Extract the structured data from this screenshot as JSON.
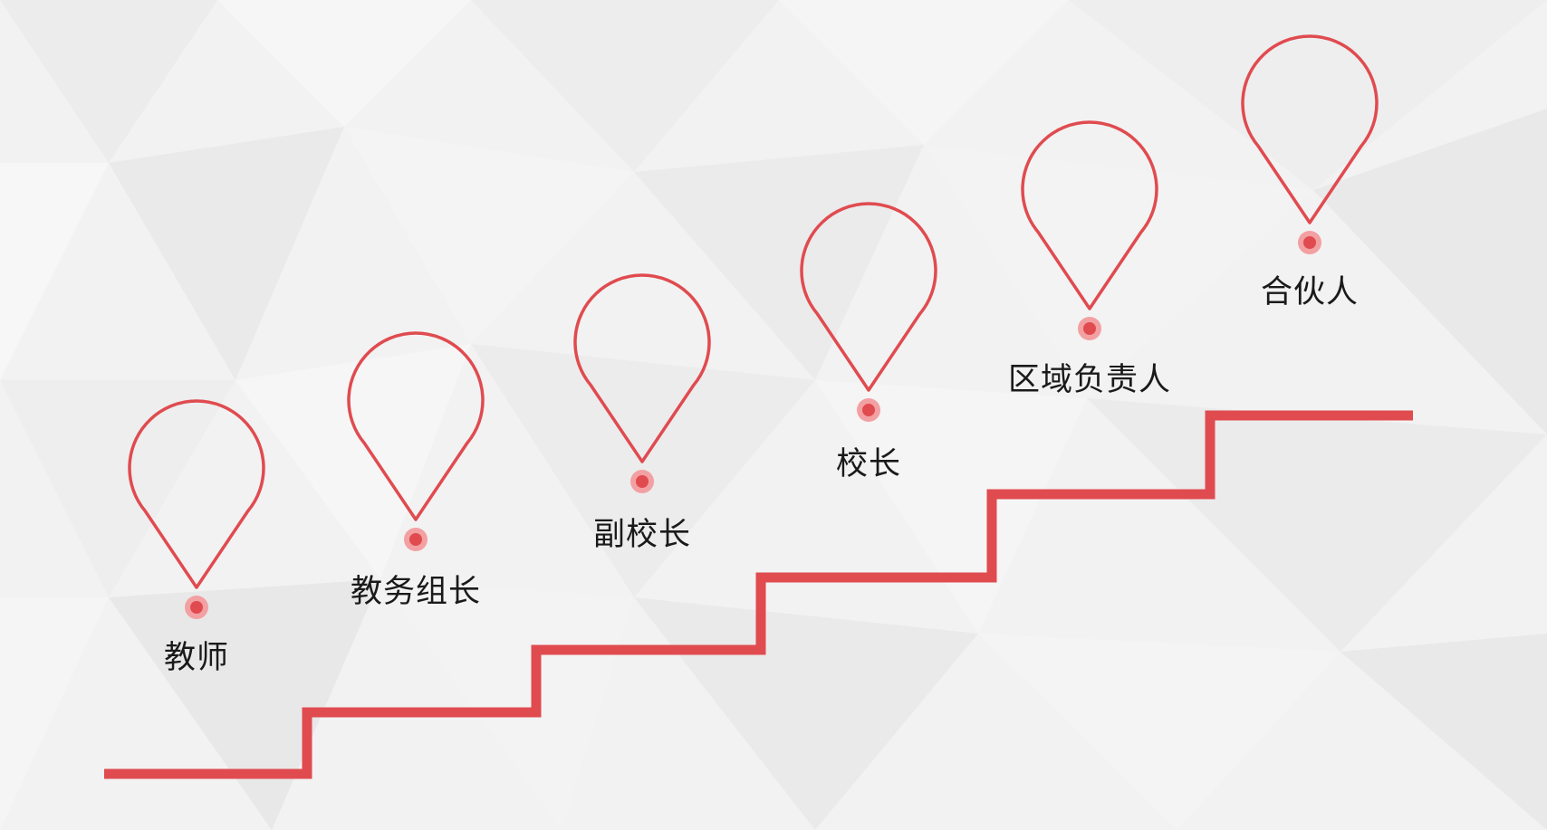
{
  "colors": {
    "accent": "#e04b4f",
    "dot_halo": "#f3a0a3",
    "text": "#1a1a1a",
    "background": "#f2f2f2"
  },
  "stages": [
    {
      "label": "教师",
      "icon": "location-pin-icon"
    },
    {
      "label": "教务组长",
      "icon": "location-pin-icon"
    },
    {
      "label": "副校长",
      "icon": "location-pin-icon"
    },
    {
      "label": "校长",
      "icon": "location-pin-icon"
    },
    {
      "label": "区域负责人",
      "icon": "location-pin-icon"
    },
    {
      "label": "合伙人",
      "icon": "location-pin-icon"
    }
  ]
}
